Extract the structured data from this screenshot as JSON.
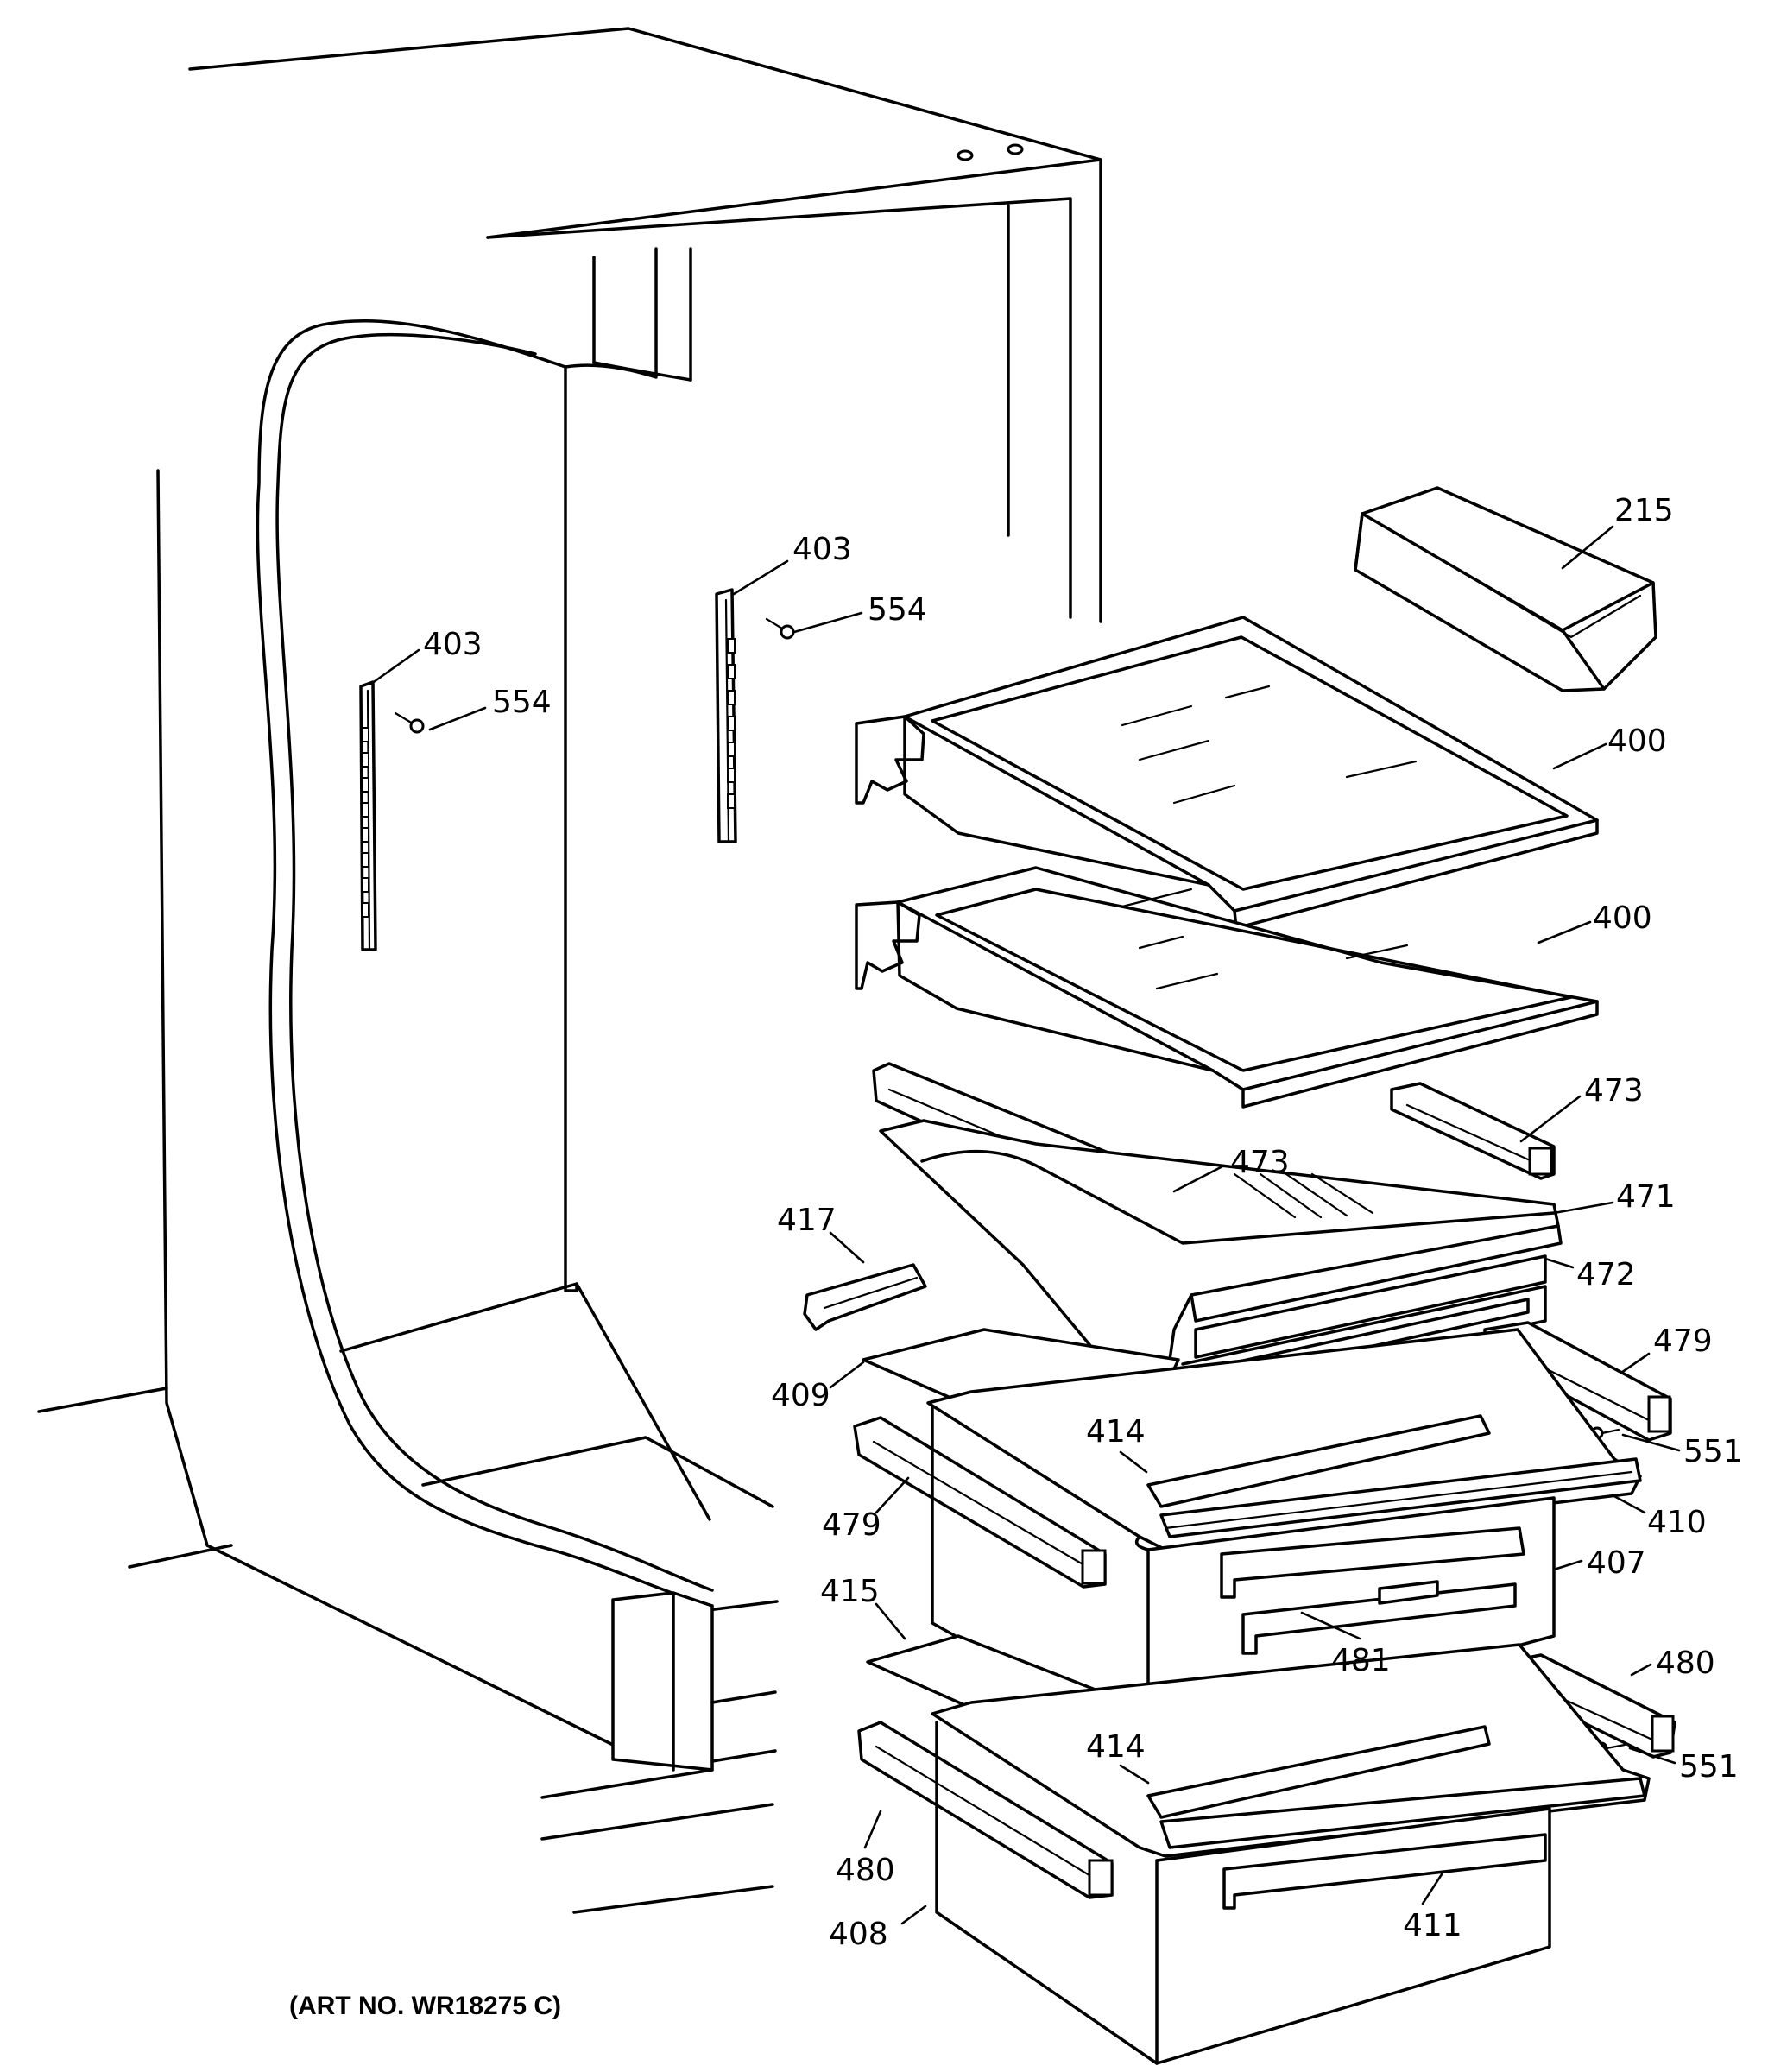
{
  "caption": "(ART NO. WR18275 C)",
  "callouts": {
    "c215": "215",
    "c400a": "400",
    "c400b": "400",
    "c403a": "403",
    "c403b": "403",
    "c554a": "554",
    "c554b": "554",
    "c473a": "473",
    "c473b": "473",
    "c471": "471",
    "c472": "472",
    "c417": "417",
    "c409": "409",
    "c479a": "479",
    "c479b": "479",
    "c551a": "551",
    "c551b": "551",
    "c414a": "414",
    "c414b": "414",
    "c410": "410",
    "c407": "407",
    "c481": "481",
    "c415": "415",
    "c480a": "480",
    "c480b": "480",
    "c408": "408",
    "c411": "411"
  }
}
